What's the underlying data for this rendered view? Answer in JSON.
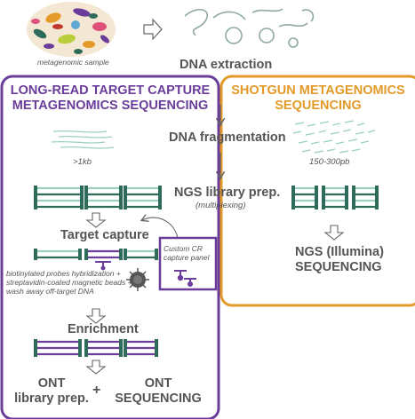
{
  "top": {
    "sample_caption": "metagenomic sample",
    "dna_extraction": "DNA extraction"
  },
  "left_panel": {
    "title_line1": "LONG-READ TARGET CAPTURE",
    "title_line2": "METAGENOMICS SEQUENCING",
    "fragment_size": ">1kb",
    "target_capture": "Target capture",
    "probe_note_line1": "biotinylated probes hybridization +",
    "probe_note_line2": "streptavidin-coated magnetic beads +",
    "probe_note_line3": "wash away off-target DNA",
    "panel_line1": "Custom CR",
    "panel_line2": "capture panel",
    "enrichment": "Enrichment",
    "ont_prep_line1": "ONT",
    "ont_prep_line2": "library prep.",
    "plus": "+",
    "ont_seq_line1": "ONT",
    "ont_seq_line2": "SEQUENCING"
  },
  "right_panel": {
    "title_line1": "SHOTGUN METAGENOMICS",
    "title_line2": "SEQUENCING",
    "fragment_size": "150-300pb",
    "ngs_line1": "NGS (Illumina)",
    "ngs_line2": "SEQUENCING"
  },
  "shared": {
    "fragmentation": "DNA fragmentation",
    "library_prep": "NGS library prep.",
    "multiplexing": "(multiplexing)"
  },
  "colors": {
    "purple": "#6a3d9a",
    "orange": "#e39a28",
    "teal_dark": "#2e6b5a",
    "teal_light": "#9ccfc0",
    "text_grey": "#555555"
  }
}
